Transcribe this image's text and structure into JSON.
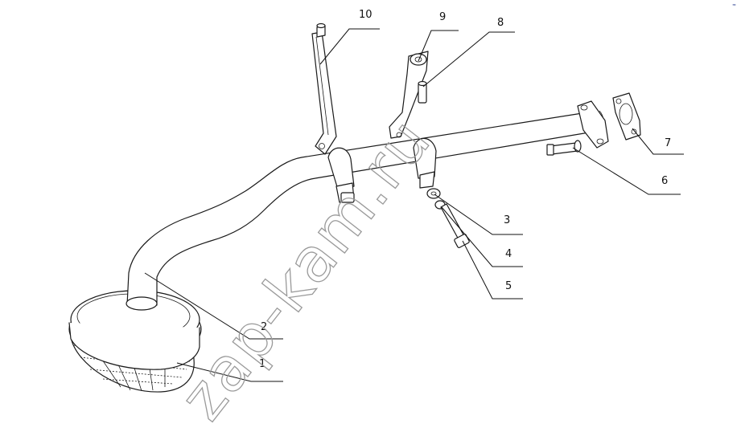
{
  "watermark": "zap-kam.ru",
  "corner_mark": "≈",
  "callouts": [
    {
      "id": "1",
      "label": "1"
    },
    {
      "id": "2",
      "label": "2"
    },
    {
      "id": "3",
      "label": "3"
    },
    {
      "id": "4",
      "label": "4"
    },
    {
      "id": "5",
      "label": "5"
    },
    {
      "id": "6",
      "label": "6"
    },
    {
      "id": "7",
      "label": "7"
    },
    {
      "id": "8",
      "label": "8"
    },
    {
      "id": "9",
      "label": "9"
    },
    {
      "id": "10",
      "label": "10"
    }
  ],
  "colors": {
    "line": "#1a1a1a",
    "watermark": "#9a9a9a",
    "background": "#ffffff"
  }
}
